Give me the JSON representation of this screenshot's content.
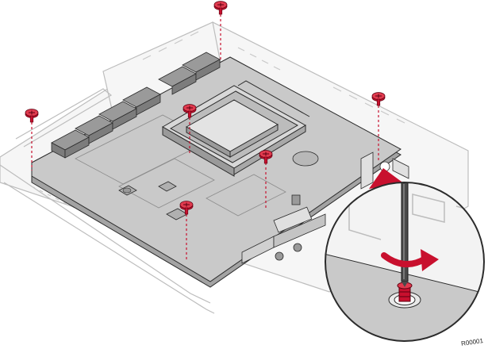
{
  "colors": {
    "board": "#c9c9c9",
    "board_shadow": "#a3a3a3",
    "chassis": "#f4f4f4",
    "chassis_line": "#bdbdbd",
    "outline": "#2b2b2b",
    "screw": "#c8102e",
    "callout": "#c8102e",
    "component_dark": "#8a8a8a",
    "component_mid": "#b0b0b0"
  },
  "screws": [
    {
      "name": "screw-top"
    },
    {
      "name": "screw-left"
    },
    {
      "name": "screw-cpu"
    },
    {
      "name": "screw-right"
    },
    {
      "name": "screw-center"
    },
    {
      "name": "screw-bottom"
    }
  ],
  "icons": [
    "screw-icon",
    "screwdriver-icon",
    "rotation-arrow-icon",
    "magnifier-callout"
  ],
  "ref_code": "R00001"
}
